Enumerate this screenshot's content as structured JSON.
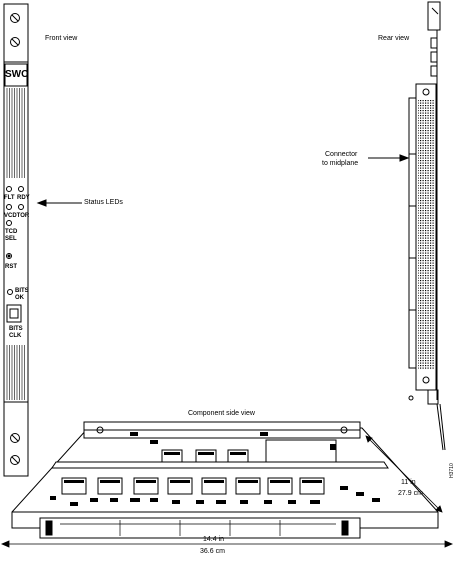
{
  "labels": {
    "front_view": "Front view",
    "rear_view": "Rear view",
    "status_leds": "Status LEDs",
    "connector_line1": "Connector",
    "connector_line2": "to midplane",
    "component_side_view": "Component side view",
    "depth_in": "11 in",
    "depth_cm": "27.9 cm",
    "width_in": "14.4 in",
    "width_cm": "36.6 cm",
    "figure_id": "H3710"
  },
  "faceplate": {
    "card_name": "SWC",
    "led_flt": "FLT",
    "led_rdy": "RDY",
    "led_vcdtor": "VCDTOR",
    "led_tcd": "TCD",
    "led_sel": "SEL",
    "button_rst": "RST",
    "bits_ok_line1": "BITS",
    "bits_ok_line2": "OK",
    "bits_clk_line1": "BITS",
    "bits_clk_line2": "CLK"
  }
}
